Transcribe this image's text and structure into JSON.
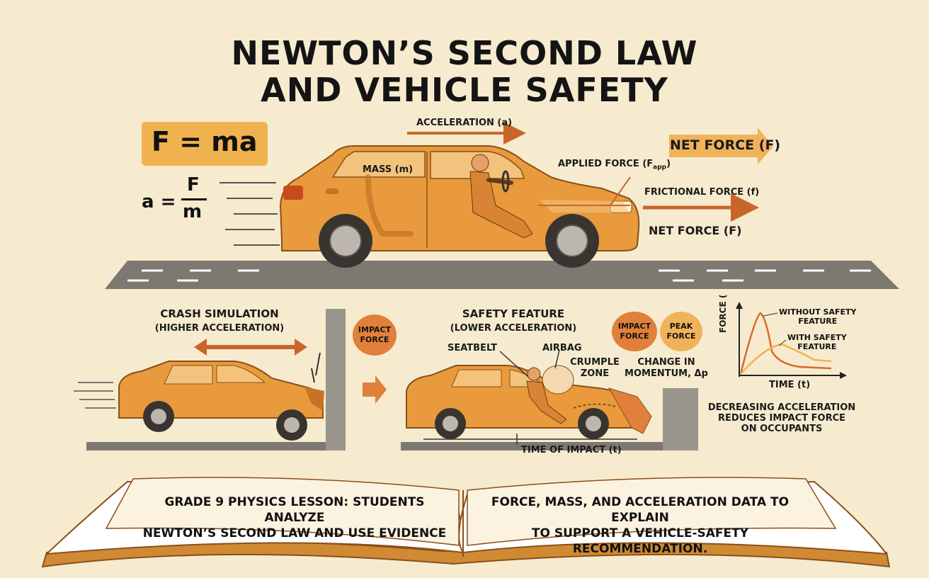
{
  "title": {
    "line1": "NEWTON’S SECOND LAW",
    "line2": "AND VEHICLE SAFETY"
  },
  "formulas": {
    "main": "F = ma",
    "accel_lhs": "a =",
    "accel_num": "F",
    "accel_den": "m"
  },
  "top_labels": {
    "acceleration": "ACCELERATION (a)",
    "mass": "MASS (m)",
    "applied_force": "APPLIED FORCE (F",
    "applied_sub": "app",
    "applied_close": ")",
    "net_force_top": "NET FORCE (F)",
    "frictional_force": "FRICTIONAL FORCE (f)",
    "net_force_bottom": "NET FORCE (F)"
  },
  "crash": {
    "title": "CRASH SIMULATION",
    "subtitle": "(HIGHER ACCELERATION)",
    "impact_badge": "IMPACT\nFORCE"
  },
  "safety": {
    "title": "SAFETY FEATURE",
    "subtitle": "(LOWER ACCELERATION)",
    "seatbelt": "SEATBELT",
    "airbag": "AIRBAG",
    "crumple": "CRUMPLE\nZONE",
    "momentum": "CHANGE IN\nMOMENTUM, Δp",
    "time_of_impact": "TIME OF IMPACT (t)",
    "impact_badge": "IMPACT\nFORCE",
    "peak_badge": "PEAK\nFORCE"
  },
  "graph": {
    "ylabel": "FORCE (",
    "xlabel": "TIME (t)",
    "without": "WITHOUT SAFETY\nFEATURE",
    "with": "WITH SAFETY\nFEATURE",
    "caption": "DECREASING ACCELERATION\nREDUCES IMPACT FORCE\nON OCCUPANTS"
  },
  "book": {
    "left": "GRADE 9 PHYSICS LESSON: STUDENTS ANALYZE\nNEWTON’S SECOND LAW AND USE EVIDENCE",
    "right": "FORCE, MASS, AND ACCELERATION DATA TO EXPLAIN\nTO SUPPORT A VEHICLE-SAFETY RECOMMENDATION."
  },
  "colors": {
    "car": "#e89a3c",
    "car_dark": "#c47424",
    "arrow": "#c8662a",
    "badge": "#e0803a",
    "badge_light": "#f1b35a",
    "road": "#7d7870",
    "formula_bg": "#f0b24e"
  }
}
